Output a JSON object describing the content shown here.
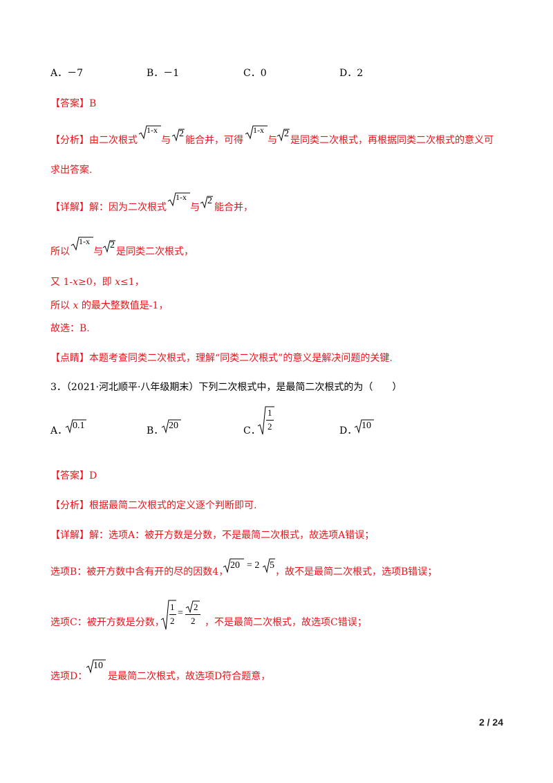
{
  "q2_options": {
    "a": "A．－7",
    "b": "B．－1",
    "c": "C．0",
    "d": "D．2"
  },
  "q2_answer": {
    "tag": "【答案】",
    "value": "B"
  },
  "q2_analysis": {
    "tag": "【分析】",
    "part1": "由二次根式",
    "part2": "与",
    "part3": "能合并，可得",
    "part4": "与",
    "part5": "是同类二次根式，再根据同类二次根式的意义可",
    "line2": "求出答案."
  },
  "q2_detail": {
    "tag": "【详解】",
    "l1a": "解：因为二次根式",
    "l1b": "与",
    "l1c": "能合并，",
    "l2a": "所以",
    "l2b": "与",
    "l2c": "是同类二次根式，",
    "l3a": "又 1-",
    "l3b": "x",
    "l3c": "≥0，即",
    "l3d": "x",
    "l3e": "≤1，",
    "l4a": "所以",
    "l4b": "x",
    "l4c": "的最大整数值是-1，",
    "l5": "故选：B."
  },
  "q2_comment": {
    "tag": "【点睛】",
    "text": "本题考查同类二次根式，理解“同类二次根式”的意义是解决问题的关键."
  },
  "q3_stem": "3．（2021·河北顺平·八年级期末）下列二次根式中，是最简二次根式的为（　　）",
  "q3_options": {
    "a_label": "A．",
    "a_rad": "0.1",
    "b_label": "B．",
    "b_rad": "20",
    "c_label": "C．",
    "c_num": "1",
    "c_den": "2",
    "d_label": "D．",
    "d_rad": "10"
  },
  "q3_answer": {
    "tag": "【答案】",
    "value": "D"
  },
  "q3_analysis": {
    "tag": "【分析】",
    "text": "根据最简二次根式的定义逐个判断即可."
  },
  "q3_detail": {
    "tag": "【详解】",
    "l1": "解：选项A：被开方数是分数，不是最简二次根式，故选项A错误；",
    "b_a": "选项B：被开方数中含有开的尽的因数4，",
    "b_math_rad": "20",
    "b_math_eq": "= 2",
    "b_math_rad2": "5",
    "b_b": "，故不是最简二次根式，选项B错误；",
    "c_a": "选项C：被开方数是分数，",
    "c_num": "1",
    "c_den": "2",
    "c_eq": "=",
    "c_rnum": "2",
    "c_rden": "2",
    "c_b": "，不是最简二次根式，故选项C错误；",
    "d_a": "选项D：",
    "d_rad": "10",
    "d_b": "是最简二次根式，故选项D符合题意，"
  },
  "rad_expr": {
    "one_minus_x": "1-x",
    "two": "2"
  },
  "page_number": "2 / 24"
}
